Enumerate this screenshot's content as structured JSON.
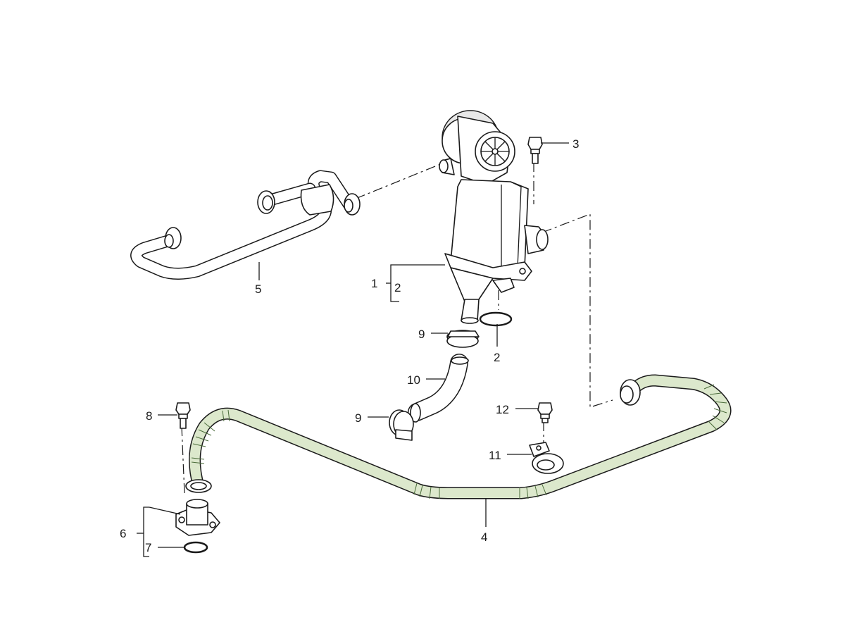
{
  "diagram": {
    "hose_color": "#dce8cc",
    "hose_band_color": "#4a6b3a",
    "callouts": [
      {
        "id": "c1",
        "label": "1"
      },
      {
        "id": "c2a",
        "label": "2"
      },
      {
        "id": "c2b",
        "label": "2"
      },
      {
        "id": "c3",
        "label": "3"
      },
      {
        "id": "c4",
        "label": "4"
      },
      {
        "id": "c5",
        "label": "5"
      },
      {
        "id": "c6",
        "label": "6"
      },
      {
        "id": "c7",
        "label": "7"
      },
      {
        "id": "c8",
        "label": "8"
      },
      {
        "id": "c9a",
        "label": "9"
      },
      {
        "id": "c9b",
        "label": "9"
      },
      {
        "id": "c10",
        "label": "10"
      },
      {
        "id": "c11",
        "label": "11"
      },
      {
        "id": "c12",
        "label": "12"
      }
    ]
  }
}
